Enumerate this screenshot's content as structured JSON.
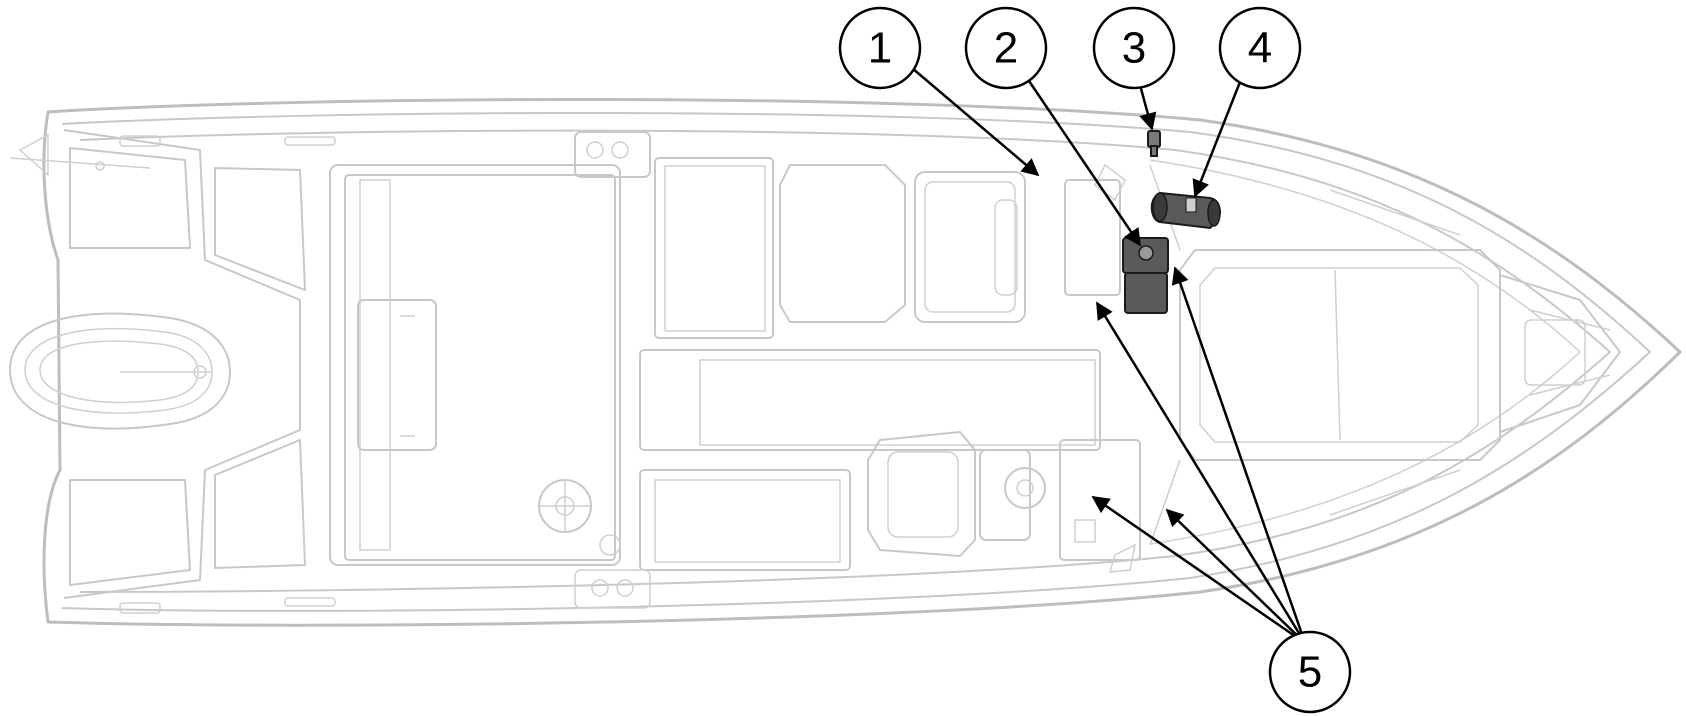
{
  "callouts": [
    {
      "id": "1",
      "label": "1"
    },
    {
      "id": "2",
      "label": "2"
    },
    {
      "id": "3",
      "label": "3"
    },
    {
      "id": "4",
      "label": "4"
    },
    {
      "id": "5",
      "label": "5"
    }
  ],
  "colors": {
    "outline": "#bdbdbd",
    "highlight_part": "#5a5a5a",
    "leader": "#000000"
  }
}
